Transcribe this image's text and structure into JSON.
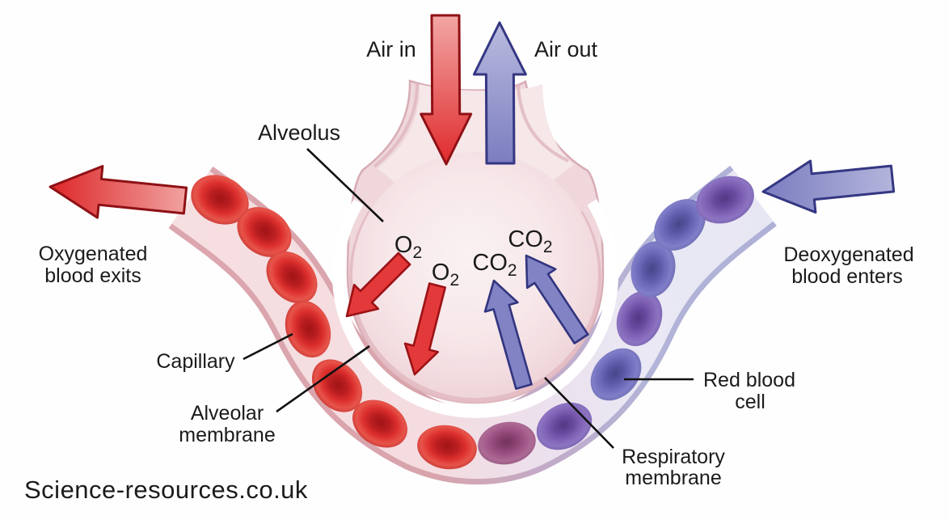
{
  "labels": {
    "air_in": "Air in",
    "air_out": "Air out",
    "alveolus": "Alveolus",
    "oxygenated": {
      "line1": "Oxygenated",
      "line2": "blood exits"
    },
    "deoxygenated": {
      "line1": "Deoxygenated",
      "line2": "blood enters"
    },
    "capillary": "Capillary",
    "alveolar_membrane": {
      "line1": "Alveolar",
      "line2": "membrane"
    },
    "red_blood_cell": {
      "line1": "Red blood",
      "line2": "cell"
    },
    "respiratory_membrane": {
      "line1": "Respiratory",
      "line2": "membrane"
    },
    "watermark": "Science-resources.co.uk"
  },
  "gases": {
    "o2_a": {
      "symbol": "O",
      "subscript": "2"
    },
    "o2_b": {
      "symbol": "O",
      "subscript": "2"
    },
    "co2_a": {
      "symbol": "CO",
      "subscript": "2"
    },
    "co2_b": {
      "symbol": "CO",
      "subscript": "2"
    }
  },
  "colors": {
    "oxygenated_red": "#e23133",
    "deoxygenated_purple": "#8183c5",
    "capillary_pink": "#f5dee1",
    "capillary_lavender": "#e8e8f4",
    "alveolus_pink": "#f2dde0",
    "text": "#1b1b1b"
  }
}
